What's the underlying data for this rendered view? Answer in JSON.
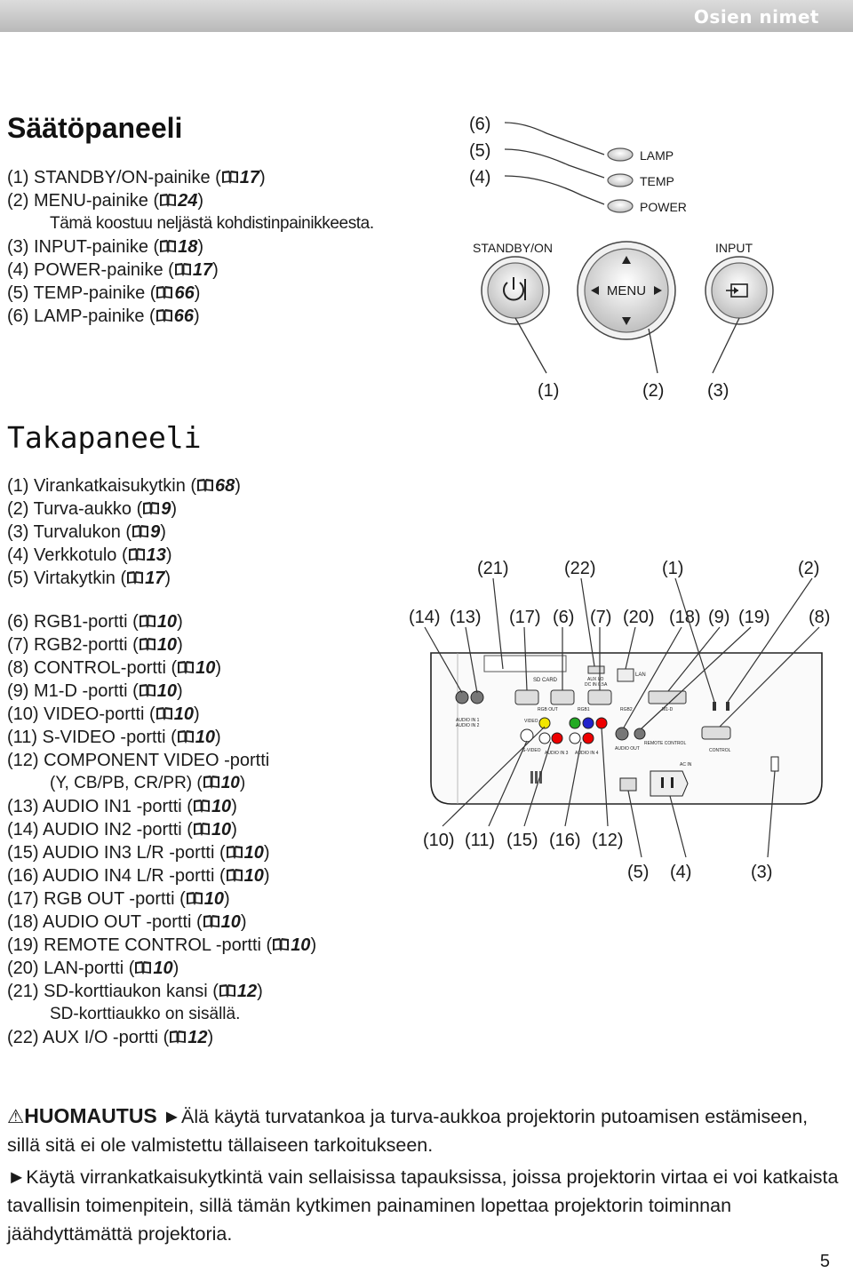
{
  "header": {
    "title": "Osien nimet"
  },
  "control_panel": {
    "title": "Säätöpaneeli",
    "items": [
      {
        "label": "(1) STANDBY/ON-painike (",
        "ref": "17",
        "after": ")"
      },
      {
        "label": "(2) MENU-painike (",
        "ref": "24",
        "after": ")"
      },
      {
        "label": "Tämä koostuu neljästä kohdistinpainikkeesta."
      },
      {
        "label": "(3) INPUT-painike (",
        "ref": "18",
        "after": ")"
      },
      {
        "label": "(4) POWER-painike (",
        "ref": "17",
        "after": ")"
      },
      {
        "label": "(5) TEMP-painike (",
        "ref": "66",
        "after": ")"
      },
      {
        "label": "(6) LAMP-painike (",
        "ref": "66",
        "after": ")"
      }
    ],
    "diagram": {
      "callouts_left": [
        "(6)",
        "(5)",
        "(4)"
      ],
      "indicators": [
        "LAMP",
        "TEMP",
        "POWER"
      ],
      "standby_label": "STANDBY/ON",
      "input_label": "INPUT",
      "menu_label": "MENU",
      "callouts_bottom": [
        "(1)",
        "(2)",
        "(3)"
      ]
    }
  },
  "rear_panel": {
    "title": "Takapaneeli",
    "items_a": [
      {
        "label": "(1) Virankatkaisukytkin (",
        "ref": "68",
        "after": ")"
      },
      {
        "label": "(2) Turva-aukko (",
        "ref": "9",
        "after": ")"
      },
      {
        "label": "(3) Turvalukon (",
        "ref": "9",
        "after": ")"
      },
      {
        "label": "(4) Verkkotulo (",
        "ref": "13",
        "after": ")"
      },
      {
        "label": "(5) Virtakytkin (",
        "ref": "17",
        "after": ")"
      }
    ],
    "items_b": [
      {
        "label": "(6) RGB1-portti (",
        "ref": "10",
        "after": ")"
      },
      {
        "label": "(7) RGB2-portti (",
        "ref": "10",
        "after": ")"
      },
      {
        "label": "(8) CONTROL-portti (",
        "ref": "10",
        "after": ")"
      },
      {
        "label": "(9) M1-D -portti (",
        "ref": "10",
        "after": ")"
      },
      {
        "label": "(10) VIDEO-portti (",
        "ref": "10",
        "after": ")"
      },
      {
        "label": "(11) S-VIDEO -portti (",
        "ref": "10",
        "after": ")"
      },
      {
        "label": "(12) COMPONENT VIDEO -portti"
      },
      {
        "label": "(Y, CB/PB, CR/PR) (",
        "ref": "10",
        "after": ")"
      },
      {
        "label": "(13) AUDIO IN1 -portti (",
        "ref": "10",
        "after": ")"
      },
      {
        "label": "(14) AUDIO IN2 -portti (",
        "ref": "10",
        "after": ")"
      },
      {
        "label": "(15) AUDIO IN3 L/R -portti (",
        "ref": "10",
        "after": ")"
      },
      {
        "label": "(16) AUDIO IN4 L/R -portti (",
        "ref": "10",
        "after": ")"
      },
      {
        "label": "(17) RGB OUT -portti (",
        "ref": "10",
        "after": ")"
      },
      {
        "label": "(18) AUDIO OUT -portti (",
        "ref": "10",
        "after": ")"
      },
      {
        "label": "(19) REMOTE CONTROL -portti (",
        "ref": "10",
        "after": ")"
      },
      {
        "label": "(20) LAN-portti (",
        "ref": "10",
        "after": ")"
      },
      {
        "label": "(21) SD-korttiaukon kansi (",
        "ref": "12",
        "after": ")"
      },
      {
        "label": "SD-korttiaukko on sisällä."
      },
      {
        "label": "(22) AUX I/O -portti (",
        "ref": "12",
        "after": ")"
      }
    ],
    "diagram": {
      "callouts_top1": [
        "(21)",
        "(22)",
        "(1)",
        "(2)"
      ],
      "callouts_top2": [
        "(14)",
        "(13)",
        "(17)",
        "(6)",
        "(7)",
        "(20)",
        "(18)",
        "(9)",
        "(19)",
        "(8)"
      ],
      "callouts_bottom1": [
        "(10)",
        "(11)",
        "(15)",
        "(16)",
        "(12)"
      ],
      "callouts_bottom2": [
        "(5)",
        "(4)",
        "(3)"
      ],
      "port_labels": {
        "sd_card": "SD CARD",
        "aux": "AUX I/O",
        "aux2": "DC IN 0.5A",
        "lan": "LAN",
        "audio_in1": "AUDIO IN 1",
        "audio_in2": "AUDIO IN 2",
        "rgb_out": "RGB OUT",
        "rgb1": "RGB1",
        "rgb2": "RGB2",
        "m1d": "M1-D",
        "video": "VIDEO",
        "svideo": "S-VIDEO",
        "audio_in3": "AUDIO IN 3",
        "audio_in4": "AUDIO IN 4",
        "audio_out": "AUDIO OUT",
        "remote": "REMOTE CONTROL",
        "control": "CONTROL",
        "ac_in": "AC IN"
      }
    }
  },
  "notice": {
    "caution_label": "HUOMAUTUS",
    "line1": "Älä käytä turvatankoa ja turva-aukkoa projektorin putoamisen estämiseen, sillä sitä ei ole valmistettu tällaiseen tarkoitukseen.",
    "line2": "Käytä virrankatkaisukytkintä vain sellaisissa tapauksissa, joissa projektorin virtaa ei voi katkaista tavallisin toimenpitein, sillä tämän kytkimen painaminen lopettaa projektorin toiminnan jäähdyttämättä projektoria."
  },
  "page_number": "5"
}
